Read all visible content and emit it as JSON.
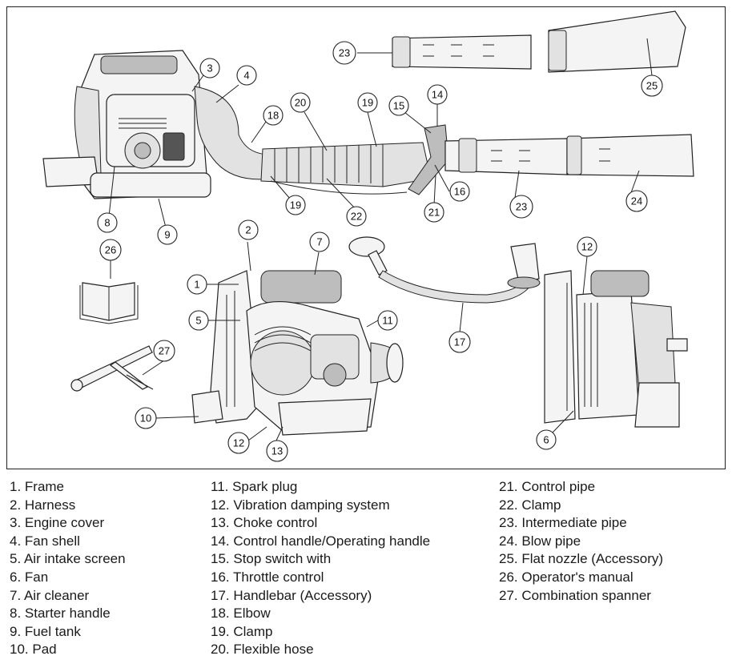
{
  "callouts": [
    "1",
    "2",
    "3",
    "4",
    "5",
    "6",
    "7",
    "8",
    "9",
    "10",
    "11",
    "12",
    "13",
    "14",
    "15",
    "16",
    "17",
    "18",
    "19",
    "20",
    "21",
    "22",
    "23",
    "24",
    "25",
    "26",
    "27"
  ],
  "legend": {
    "col1": [
      "1. Frame",
      "2. Harness",
      "3. Engine cover",
      "4. Fan shell",
      "5. Air intake screen",
      "6. Fan",
      "7. Air cleaner",
      "8. Starter handle",
      "9. Fuel tank",
      "10. Pad"
    ],
    "col2": [
      "11. Spark plug",
      "12. Vibration damping system",
      "13. Choke control",
      "14. Control handle/Operating handle",
      "15. Stop switch with",
      "16. Throttle control",
      "17. Handlebar (Accessory)",
      "18. Elbow",
      "19. Clamp",
      "20. Flexible hose"
    ],
    "col3": [
      "21. Control pipe",
      "22. Clamp",
      "23. Intermediate pipe",
      "24. Blow pipe",
      "25. Flat nozzle (Accessory)",
      "26. Operator's manual",
      "27. Combination spanner"
    ]
  }
}
